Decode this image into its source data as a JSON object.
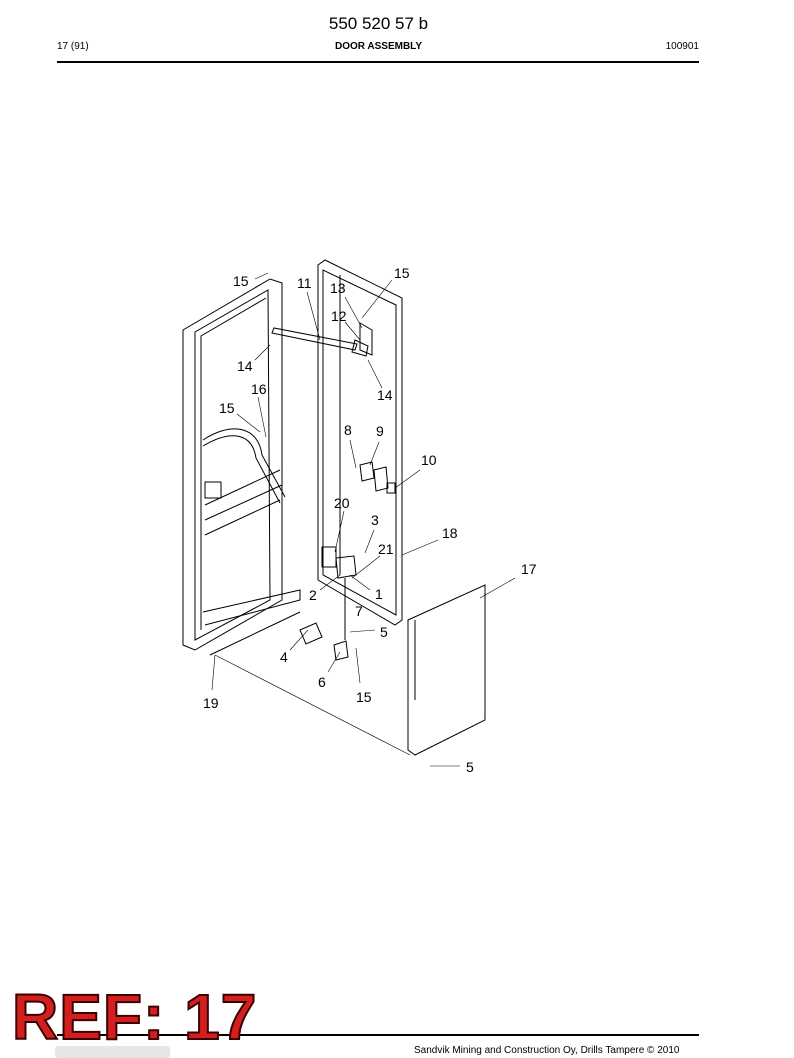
{
  "header": {
    "doc_number": "550 520 57 b",
    "page": "17 (91)",
    "title": "DOOR ASSEMBLY",
    "date": "100901"
  },
  "footer": {
    "copyright": "Sandvik Mining and Construction Oy, Drills Tampere © 2010"
  },
  "stamp": {
    "text": "REF: 17",
    "color": "#d41f1f"
  },
  "callouts": [
    "15",
    "11",
    "15",
    "13",
    "12",
    "14",
    "14",
    "16",
    "15",
    "8",
    "9",
    "10",
    "20",
    "3",
    "18",
    "21",
    "17",
    "2",
    "1",
    "7",
    "5",
    "4",
    "6",
    "15",
    "19",
    "5"
  ]
}
